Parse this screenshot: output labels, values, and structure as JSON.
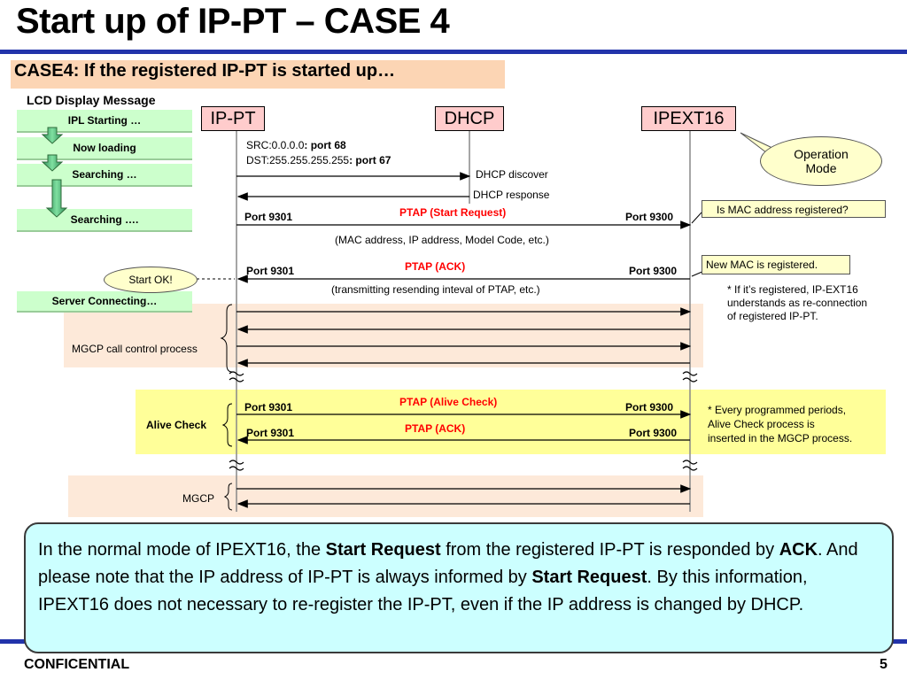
{
  "title": "Start up of IP-PT – CASE 4",
  "subtitle": "CASE4: If the registered IP-PT is started up…",
  "lcd": {
    "heading": "LCD Display Message",
    "messages": [
      "IPL Starting …",
      "Now loading",
      "Searching …",
      "Searching ….",
      "Server Connecting…"
    ]
  },
  "entities": {
    "ippt": "IP-PT",
    "dhcp": "DHCP",
    "ipext": "IPEXT16"
  },
  "operation_mode": "Operation Mode",
  "src_prefix": "SRC:0.0.0.0",
  "src_port": ": port 68",
  "dst_prefix": "DST:255.255.255.255",
  "dst_port": ": port 67",
  "dhcp_discover": "DHCP discover",
  "dhcp_response": "DHCP response",
  "start_request": {
    "label": "PTAP (Start Request)",
    "port_left": "Port 9301",
    "port_right": "Port 9300",
    "detail": "(MAC address, IP address, Model Code, etc.)"
  },
  "ack1": {
    "label": "PTAP (ACK)",
    "port_left": "Port 9301",
    "port_right": "Port 9300",
    "detail": "(transmitting resending inteval of PTAP, etc.)"
  },
  "notes": {
    "mac_registered_q": "Is MAC address registered?",
    "new_mac": "New MAC is registered.",
    "start_ok": "Start OK!",
    "reconnect": [
      "* If it’s registered, IP-EXT16",
      "understands as re-connection",
      "of registered IP-PT."
    ],
    "alive_note": [
      "* Every programmed periods,",
      "Alive Check process is",
      "inserted in the MGCP process."
    ]
  },
  "mgcp_call": "MGCP call control process",
  "alive": {
    "title": "Alive Check",
    "check_label": "PTAP (Alive Check)",
    "ack_label": "PTAP (ACK)",
    "port1_left": "Port 9301",
    "port1_right": "Port 9300",
    "port2_left": "Port 9301",
    "port2_right": "Port 9300"
  },
  "mgcp": "MGCP",
  "summary": {
    "p1": "In the normal mode of IPEXT16, the ",
    "b1": "Start Request",
    "p2": " from the registered IP-PT is responded by ",
    "b2": "ACK",
    "p3": ". And please note that the IP address of IP-PT is always informed by ",
    "b3": "Start Request",
    "p4": ". By this information, IPEXT16 does not necessary to re-register the IP-PT, even if the IP address is changed by DHCP."
  },
  "footer": {
    "left": "CONFICENTIAL",
    "page": "5"
  },
  "colors": {
    "accent_blue": "#2233aa",
    "lcd_green": "#ccffcc",
    "entity_pink": "#ffcccc",
    "note_yellow": "#ffffcc",
    "summary_cyan": "#ccffff",
    "ptap_red": "#ff0000"
  }
}
